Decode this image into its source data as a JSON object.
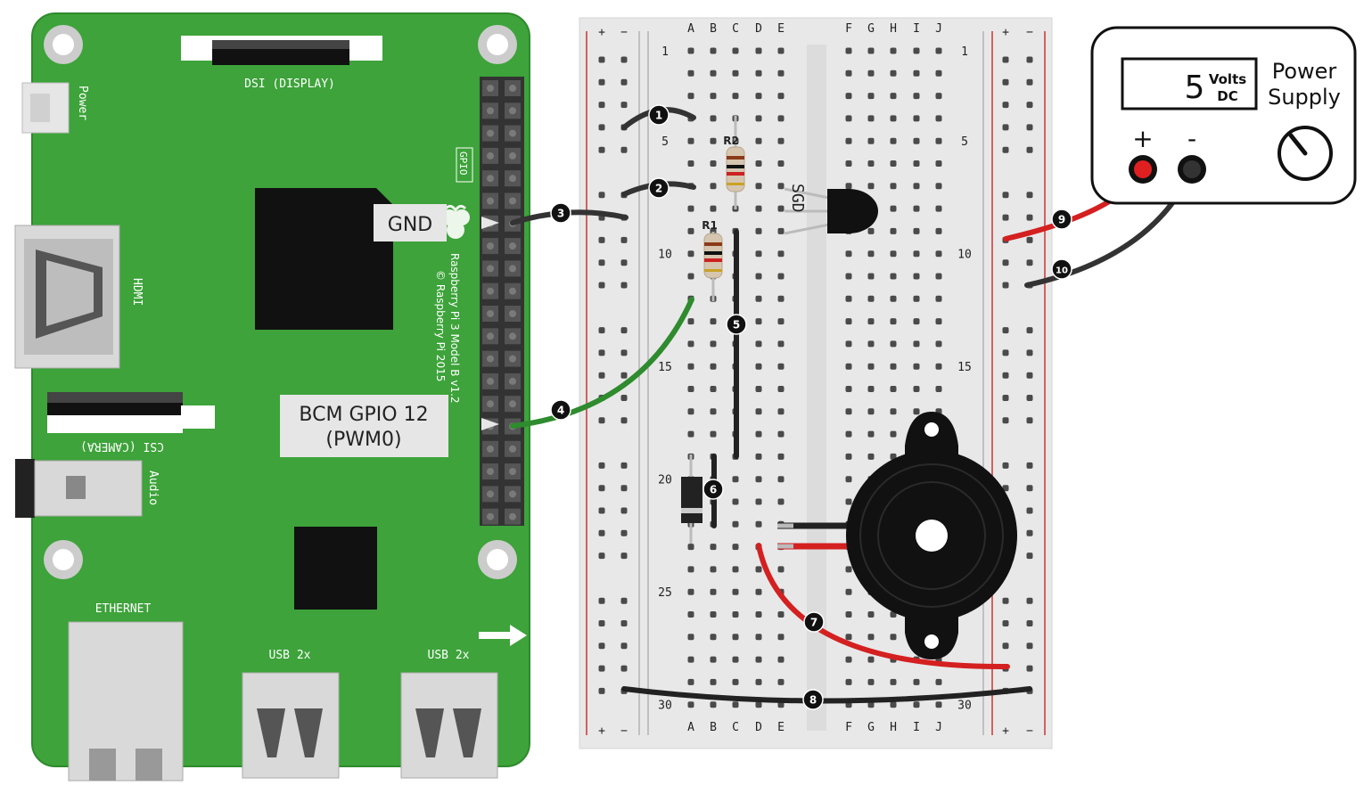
{
  "pi": {
    "dsi_label": "DSI (DISPLAY)",
    "power_label": "Power",
    "gpio_label": "GPIO",
    "hdmi_label": "HDMI",
    "csi_label": "CSI (CAMERA)",
    "audio_label": "Audio",
    "ethernet_label": "ETHERNET",
    "usb_label_1": "USB 2x",
    "usb_label_2": "USB 2x",
    "model_label": "Raspberry Pi 3 Model B v1.2",
    "copyright_label": "© Raspberry Pi 2015"
  },
  "callouts": {
    "gnd": "GND",
    "gpio_line1": "BCM GPIO 12",
    "gpio_line2": "(PWM0)"
  },
  "breadboard": {
    "columns_left": [
      "A",
      "B",
      "C",
      "D",
      "E"
    ],
    "columns_right": [
      "F",
      "G",
      "H",
      "I",
      "J"
    ],
    "row_numbers": [
      "1",
      "5",
      "10",
      "15",
      "20",
      "25",
      "30"
    ],
    "rail_plus": "+",
    "rail_minus": "−"
  },
  "components": {
    "r1": "R1",
    "r2": "R2",
    "mosfet_pins": "SGD"
  },
  "wires": [
    {
      "num": "1",
      "color": "#333333"
    },
    {
      "num": "2",
      "color": "#333333"
    },
    {
      "num": "3",
      "color": "#333333"
    },
    {
      "num": "4",
      "color": "#2e8b2e"
    },
    {
      "num": "5",
      "color": "#222222"
    },
    {
      "num": "6",
      "color": "#222222"
    },
    {
      "num": "7",
      "color": "#d42020"
    },
    {
      "num": "8",
      "color": "#222222"
    },
    {
      "num": "9",
      "color": "#d42020"
    },
    {
      "num": "10",
      "color": "#333333"
    }
  ],
  "power_supply": {
    "value": "5",
    "unit_line1": "Volts",
    "unit_line2": "DC",
    "title_line1": "Power",
    "title_line2": "Supply",
    "plus": "+",
    "minus": "-"
  }
}
